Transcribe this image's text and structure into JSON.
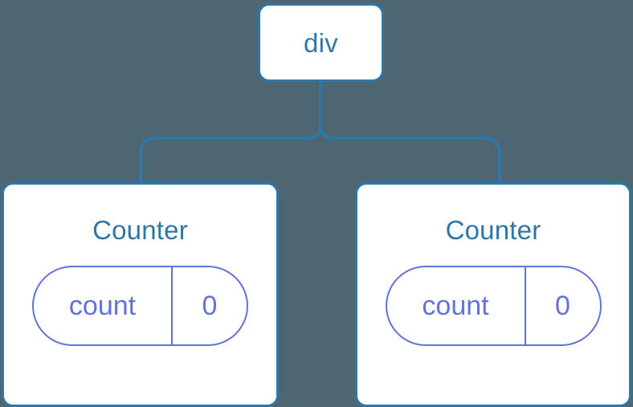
{
  "diagram": {
    "type": "component-tree",
    "background_color": "#4d6672",
    "node_stroke_color": "#2e78a8",
    "node_fill_color": "#ffffff",
    "label_color": "#2d77a6",
    "state_color": "#6372d8",
    "connector_color": "#2e78a8",
    "root": {
      "label": "div"
    },
    "children": [
      {
        "title": "Counter",
        "state": {
          "key": "count",
          "value": "0"
        }
      },
      {
        "title": "Counter",
        "state": {
          "key": "count",
          "value": "0"
        }
      }
    ]
  }
}
